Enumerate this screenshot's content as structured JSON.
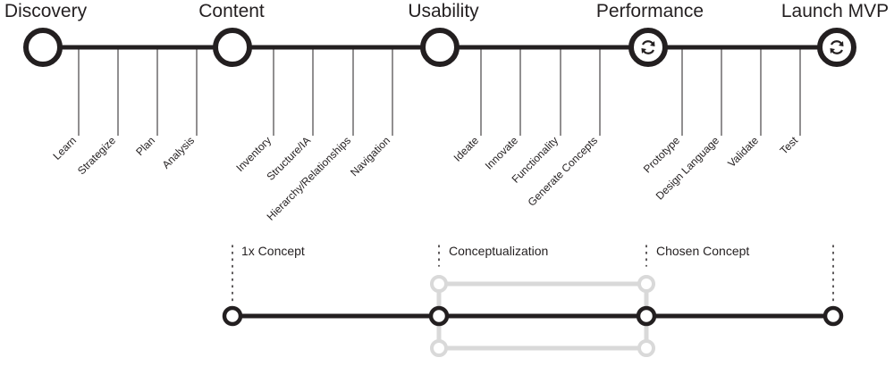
{
  "phases": [
    {
      "label": "Discovery",
      "icon": "",
      "tasks": [
        "Learn",
        "Strategize",
        "Plan",
        "Analysis"
      ]
    },
    {
      "label": "Content",
      "icon": "",
      "tasks": [
        "Inventory",
        "Structure/IA",
        "Hierarchy/Relationships",
        "Navigation"
      ]
    },
    {
      "label": "Usability",
      "icon": "",
      "tasks": [
        "Ideate",
        "Innovate",
        "Functionality",
        "Generate Concepts"
      ]
    },
    {
      "label": "Performance",
      "icon": "refresh-icon",
      "tasks": [
        "Prototype",
        "Design Language",
        "Validate",
        "Test"
      ]
    },
    {
      "label": "Launch MVP",
      "icon": "refresh-icon",
      "tasks": []
    }
  ],
  "concept_stages": [
    {
      "label": "1x Concept"
    },
    {
      "label": "Conceptualization"
    },
    {
      "label": "Chosen Concept"
    },
    {
      "label": ""
    }
  ],
  "colors": {
    "line": "#231f20",
    "faded": "#d9d9d9",
    "background": "#ffffff"
  }
}
